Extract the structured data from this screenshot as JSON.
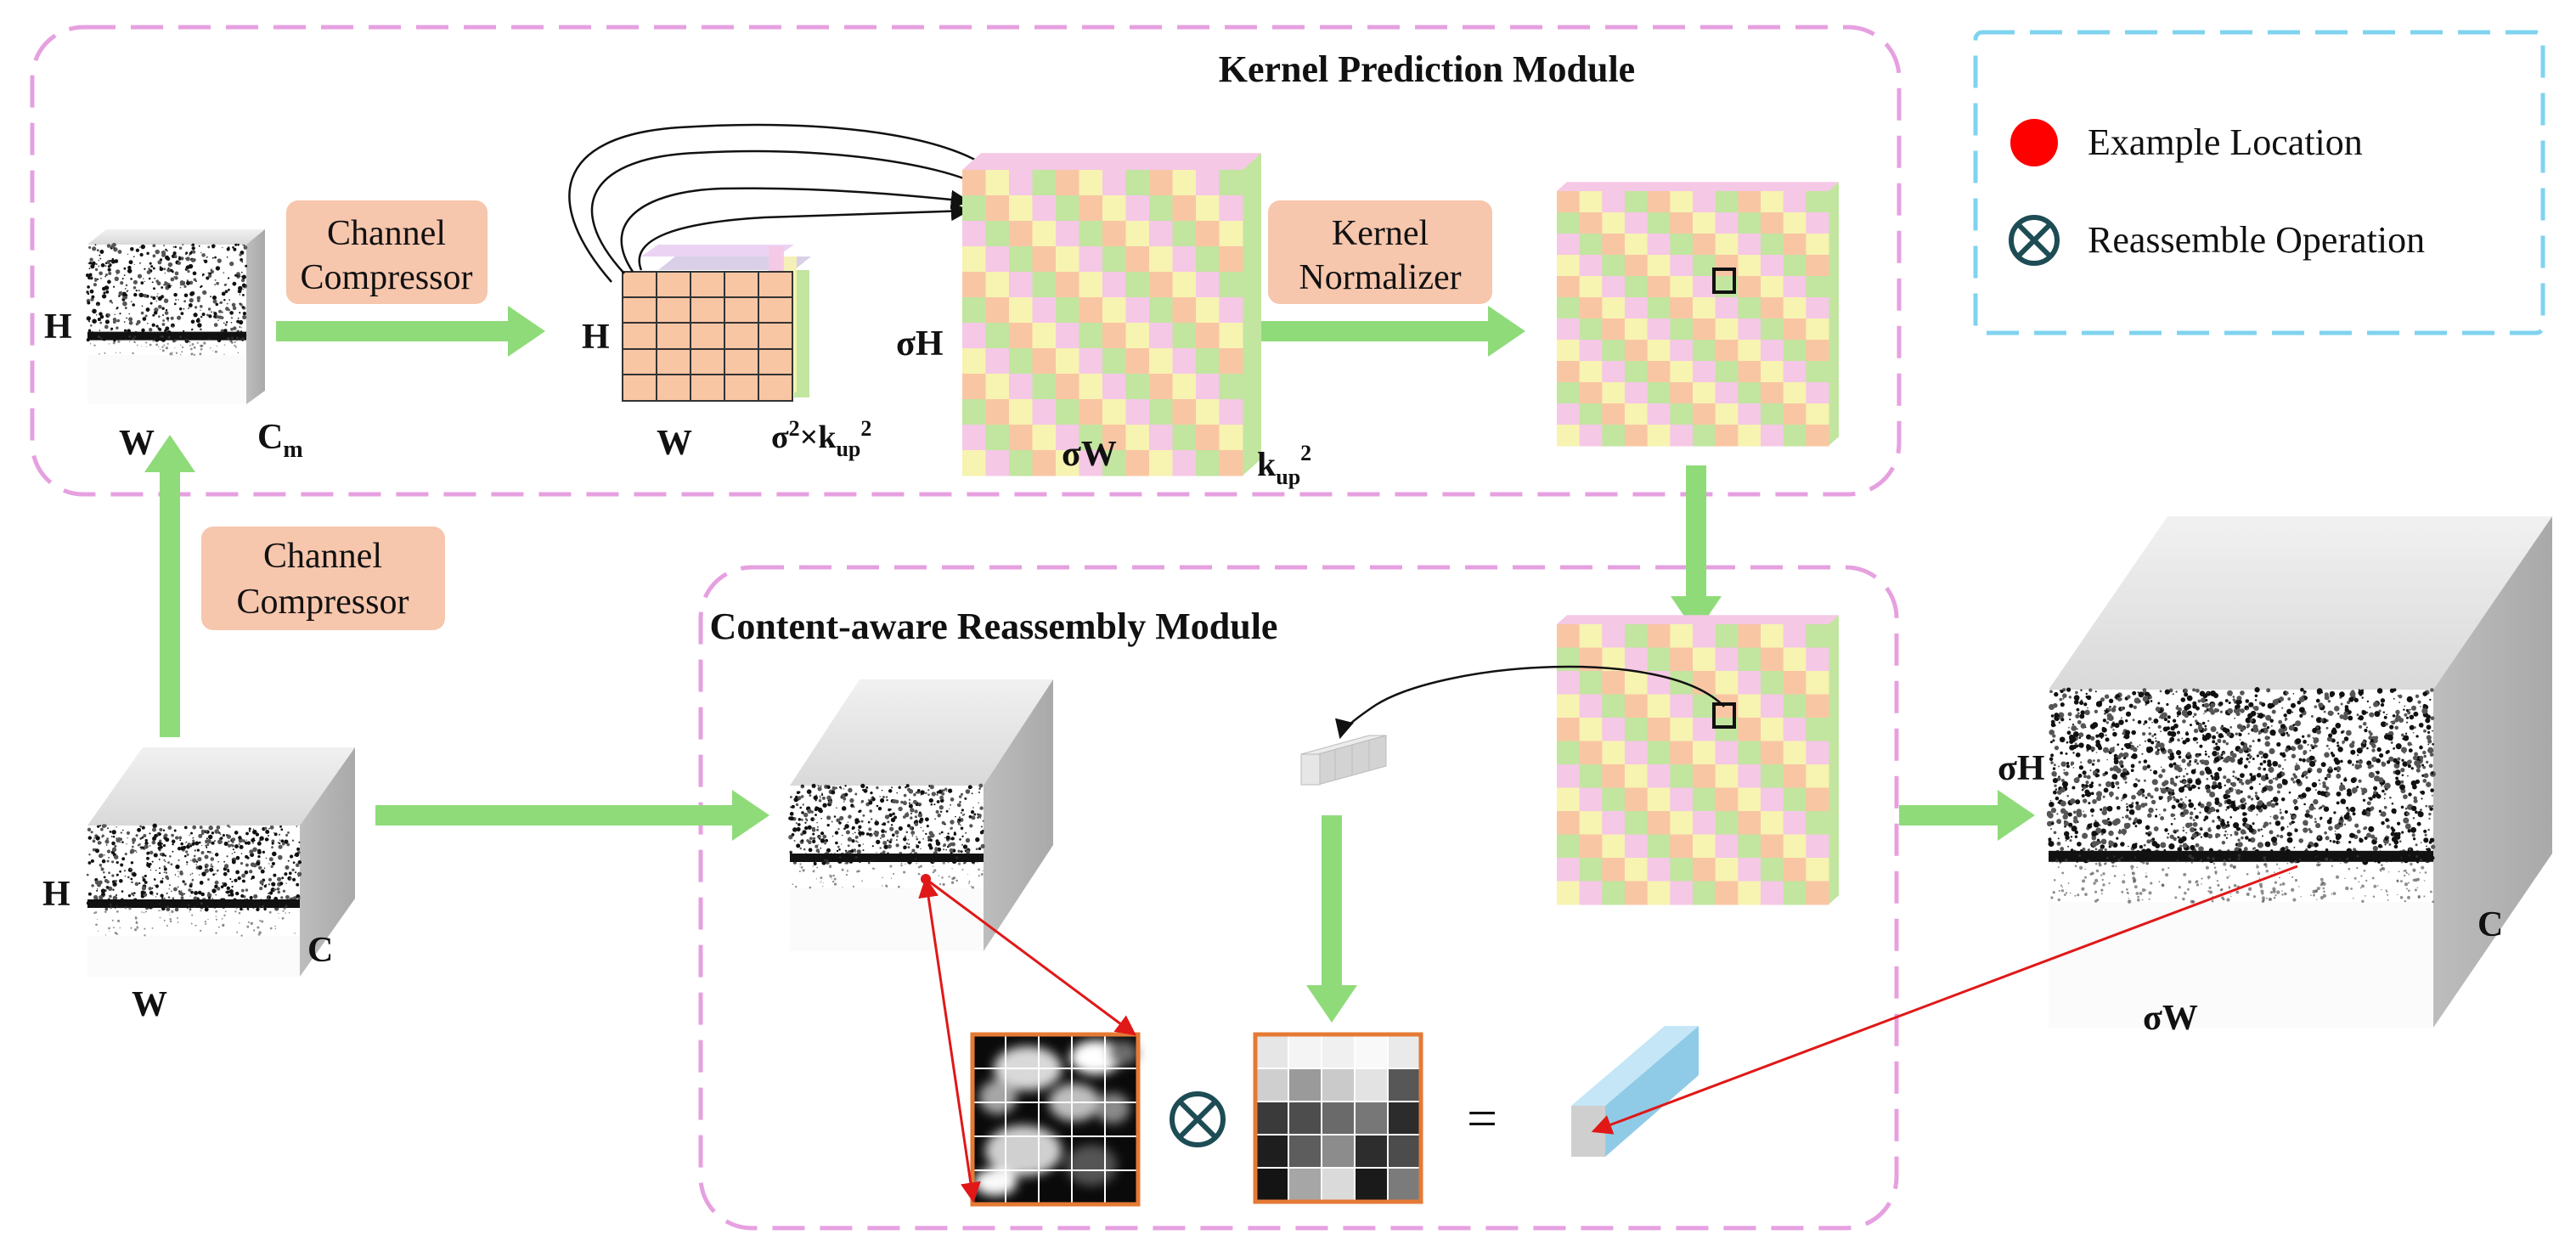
{
  "modules": {
    "kernel_prediction": "Kernel Prediction Module",
    "content_aware": "Content-aware Reassembly Module"
  },
  "legend": {
    "example_location": "Example Location",
    "reassemble_operation": "Reassemble Operation"
  },
  "boxes": {
    "channel_compressor_top": [
      "Channel",
      "Compressor"
    ],
    "kernel_normalizer": [
      "Kernel",
      "Normalizer"
    ],
    "channel_compressor_left": [
      "Channel",
      "Compressor"
    ]
  },
  "labels": {
    "H": "H",
    "W": "W",
    "C": "C",
    "C_base": "C",
    "C_sub": "m",
    "sigmaH": "σH",
    "sigmaW": "σW",
    "sigma_k_base": "σ",
    "sigma_k_sup": "2",
    "times": "×",
    "k": "k",
    "up": "up",
    "sq": "2"
  },
  "symbols": {
    "otimes": "⊗",
    "equals": "="
  },
  "colors": {
    "module_border": "#e6a0e0",
    "legend_border": "#7fd3ef",
    "arrow_green": "#8fdb7a",
    "box_fill": "#f6c6ad",
    "grid_orange": "#f9c6a4",
    "grid_green": "#c2e59f",
    "grid_pink": "#f5c8e6",
    "grid_yellow": "#f7f3b1",
    "red": "#e01818",
    "kernel_border": "#e57a35",
    "vector_blue": "#9fd6ef"
  }
}
